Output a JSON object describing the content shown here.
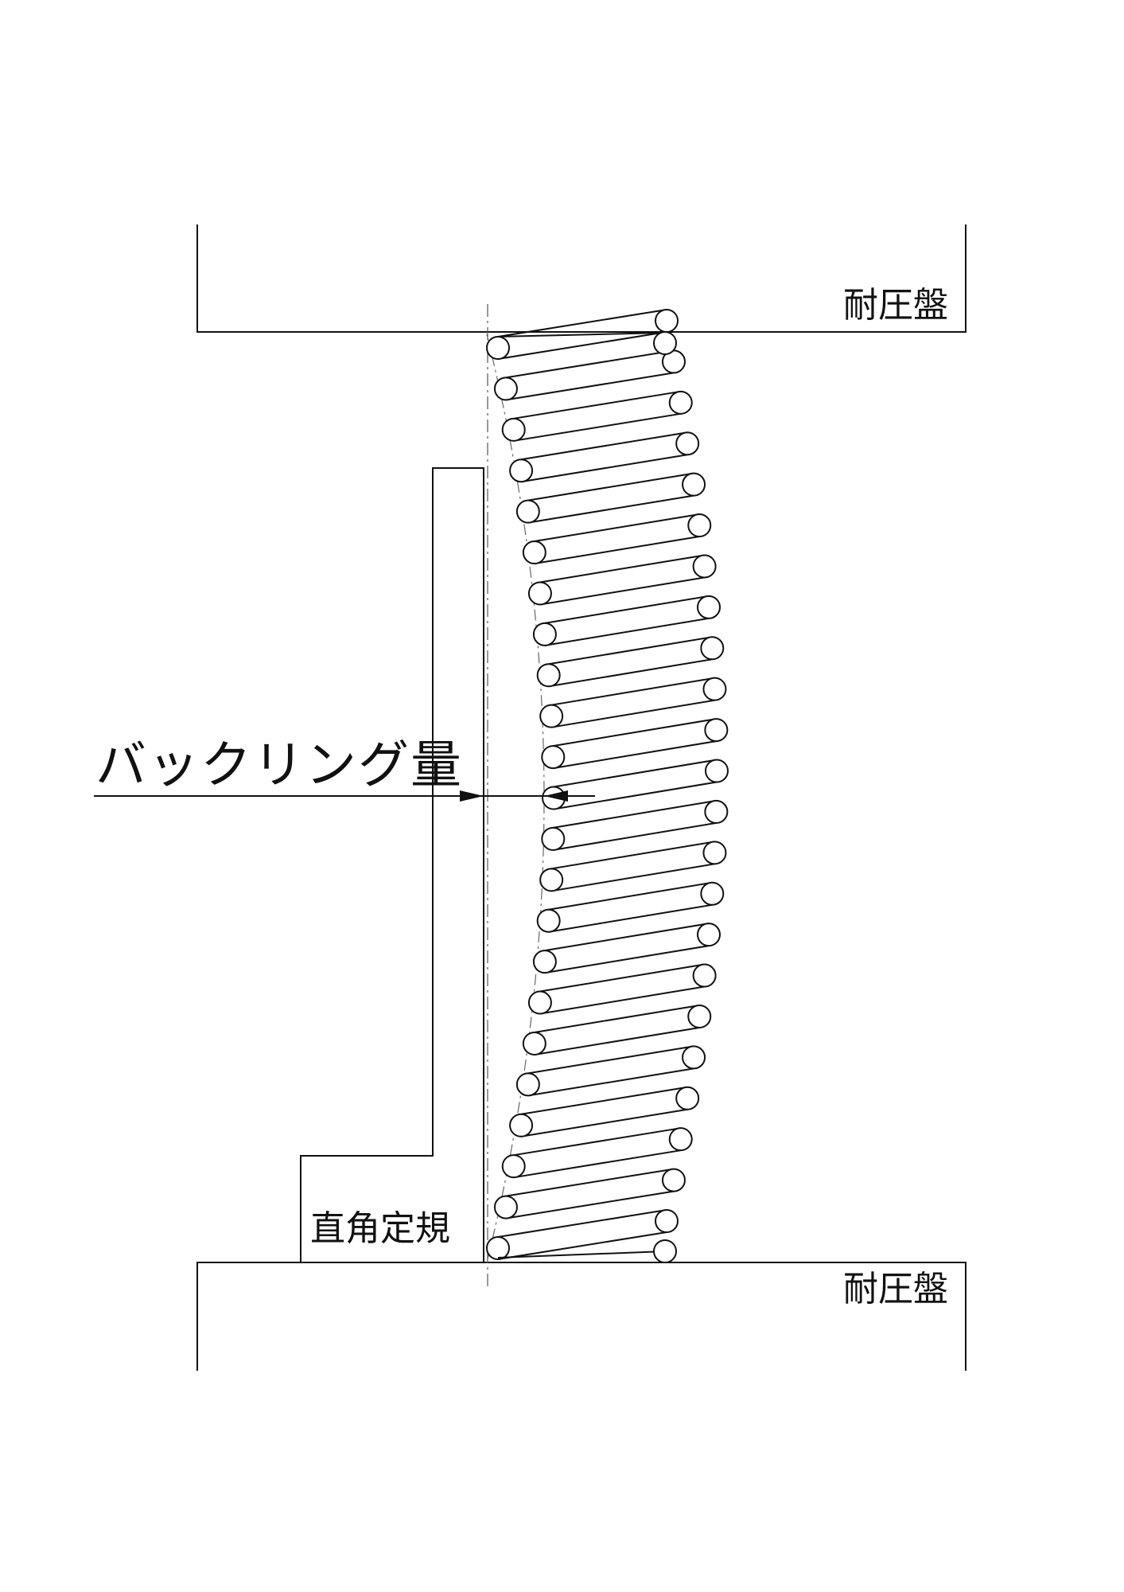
{
  "labels": {
    "top_platen": "耐圧盤",
    "bottom_platen": "耐圧盤",
    "square_gauge": "直角定規",
    "buckling_amount": "バックリング量"
  },
  "colors": {
    "line": "#111111",
    "background": "#ffffff"
  }
}
